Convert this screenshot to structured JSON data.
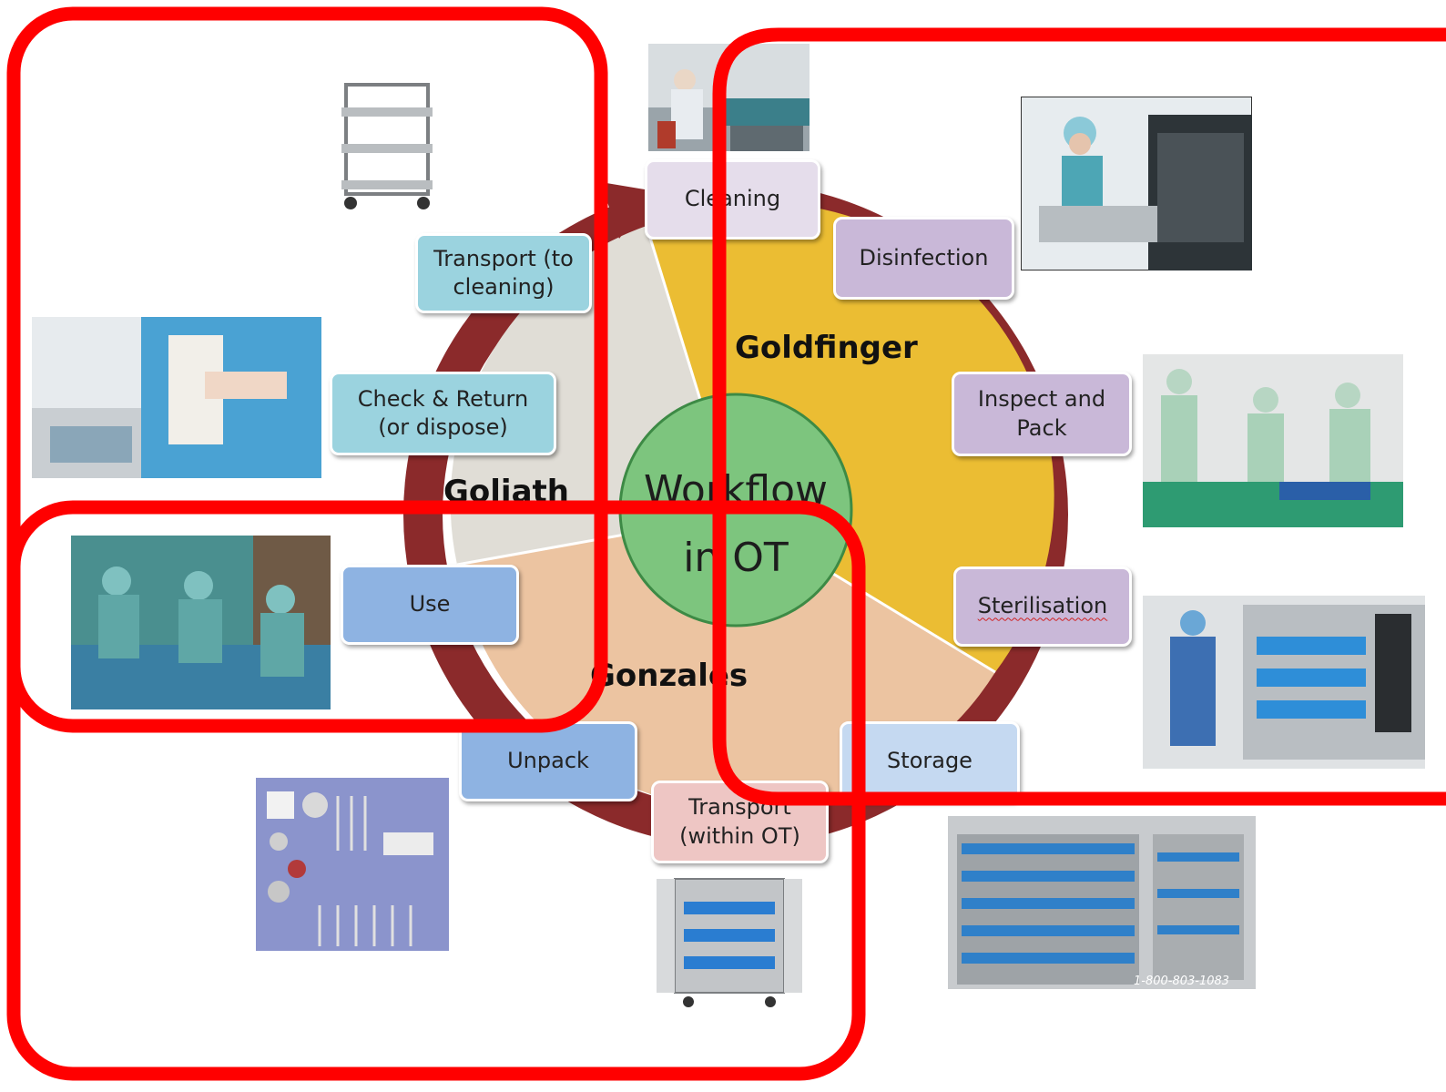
{
  "center": {
    "line1": "Workflow",
    "line2": "in OT"
  },
  "zones": {
    "goldfinger": "Goldfinger",
    "goliath": "Goliath",
    "gonzales": "Gonzales"
  },
  "steps": {
    "cleaning": "Cleaning",
    "disinfection": "Disinfection",
    "inspect_pack": "Inspect and\nPack",
    "sterilisation": "Sterilisation",
    "storage": "Storage",
    "transport_within": "Transport\n(within OT)",
    "unpack": "Unpack",
    "use": "Use",
    "check_return": "Check & Return\n(or dispose)",
    "transport_cleaning": "Transport (to\ncleaning)"
  },
  "photo_caption": {
    "phone": "1-800-803-1083"
  },
  "colors": {
    "ring": "#8b2a2b",
    "goldfinger_sector": "#ebbd33",
    "gonzales_sector": "#ecc4a1",
    "goliath_sector": "#e0ddd6",
    "center_fill": "#7dc57e",
    "highlight_border": "#ff0000",
    "purple_box": "#c9b8d8",
    "light_purple_box": "#e5ddeb",
    "teal_box": "#9bd3df",
    "blue_box": "#8eb3e2",
    "pale_blue_box": "#c5d9f1",
    "pink_box": "#eec6c4"
  }
}
